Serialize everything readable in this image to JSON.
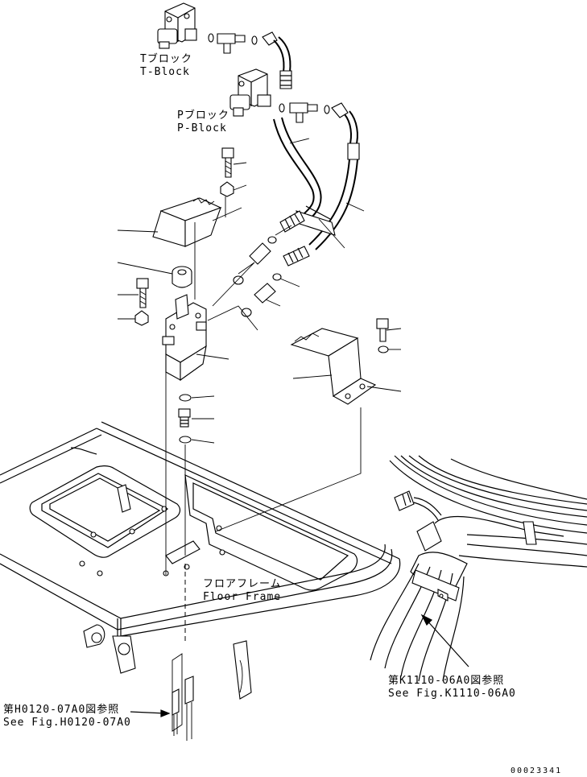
{
  "labels": {
    "t_block_jp": "Tブロック",
    "t_block_en": "T-Block",
    "p_block_jp": "Pブロック",
    "p_block_en": "P-Block",
    "floor_frame_jp": "フロアフレーム",
    "floor_frame_en": "Floor Frame",
    "ref_left_jp": "第H0120-07A0図参照",
    "ref_left_en": "See Fig.H0120-07A0",
    "ref_right_jp": "第K1110-06A0図参照",
    "ref_right_en": "See Fig.K1110-06A0"
  },
  "drawing_number": "00023341"
}
